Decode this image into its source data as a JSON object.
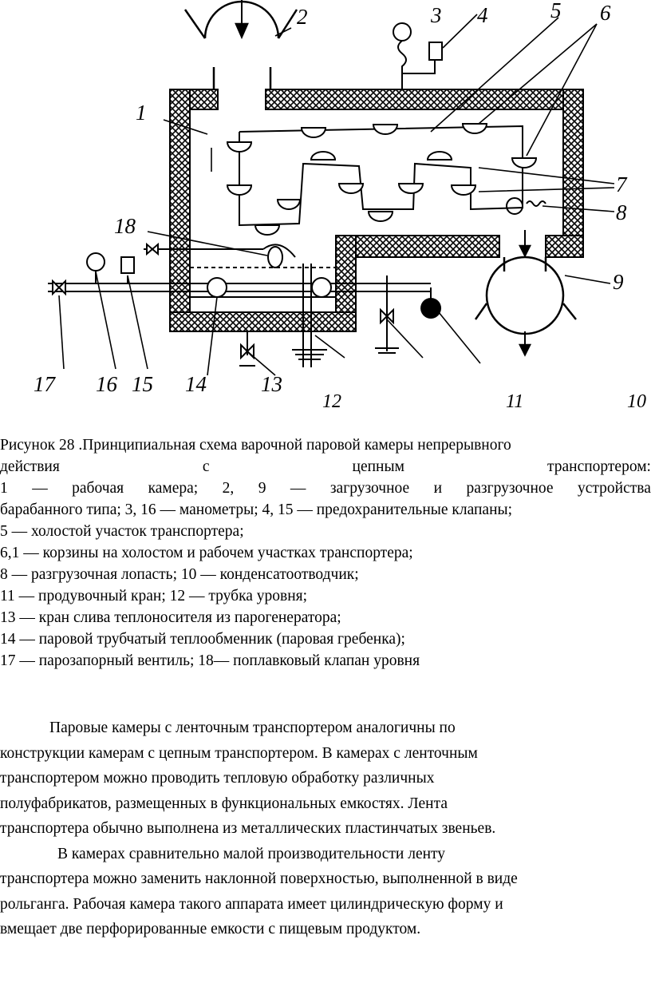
{
  "figure": {
    "labels": {
      "l1": "1",
      "l2": "2",
      "l3": "3",
      "l4": "4",
      "l5": "5",
      "l6": "6",
      "l7": "7",
      "l8": "8",
      "l9": "9",
      "l13": "13",
      "l14": "14",
      "l15": "15",
      "l16": "16",
      "l17": "17",
      "l18": "18"
    },
    "bottom_numbers": {
      "n12": "12",
      "n11": "11",
      "n10": "10"
    }
  },
  "caption": {
    "line1": "Рисунок 28 .Принципиальная схема варочной паровой камеры непрерывного",
    "line2_words": [
      "действия",
      "с",
      "цепным",
      "транспортером:"
    ],
    "line3_words": [
      "1",
      "—",
      "рабочая",
      "камера;",
      "2,",
      "9",
      "—",
      "загрузочное",
      "и",
      "разгрузочное",
      "устройства"
    ],
    "line4": "барабанного типа; 3, 16 — манометры; 4, 15 — предохранительные клапаны;",
    "line5": "5 — холостой участок транспортера;",
    "line6": "6,1 — корзины на холостом и рабочем участках транспортера;",
    "line7": "8 — разгрузочная лопасть; 10 — конденсатоотводчик;",
    "line8": "11 — продувочный кран; 12 — трубка уровня;",
    "line9": "13 — кран слива теплоносителя из парогенератора;",
    "line10": "14 — паровой трубчатый теплообменник (паровая гребенка);",
    "line11": "17 — парозапорный вентиль; 18— поплавковый клапан уровня"
  },
  "body": {
    "p1_l1": "Паровые камеры с ленточным транспортером аналогичны по",
    "p1_l2": "конструкции камерам с цепным транспортером. В камерах с ленточным",
    "p1_l3": "транспортером можно проводить тепловую обработку различных",
    "p1_l4": "полуфабрикатов, размещенных в функциональных емкостях. Лента",
    "p1_l5": "транспортера обычно выполнена из металлических пластинчатых звеньев.",
    "p2_l1": "В камерах сравнительно малой производительности ленту",
    "p2_l2": "транспортера можно заменить наклонной поверхностью, выполненной в виде",
    "p2_l3": "рольганга. Рабочая камера такого аппарата имеет цилиндрическую форму и",
    "p2_l4": "вмещает две перфорированные емкости с пищевым продуктом."
  }
}
